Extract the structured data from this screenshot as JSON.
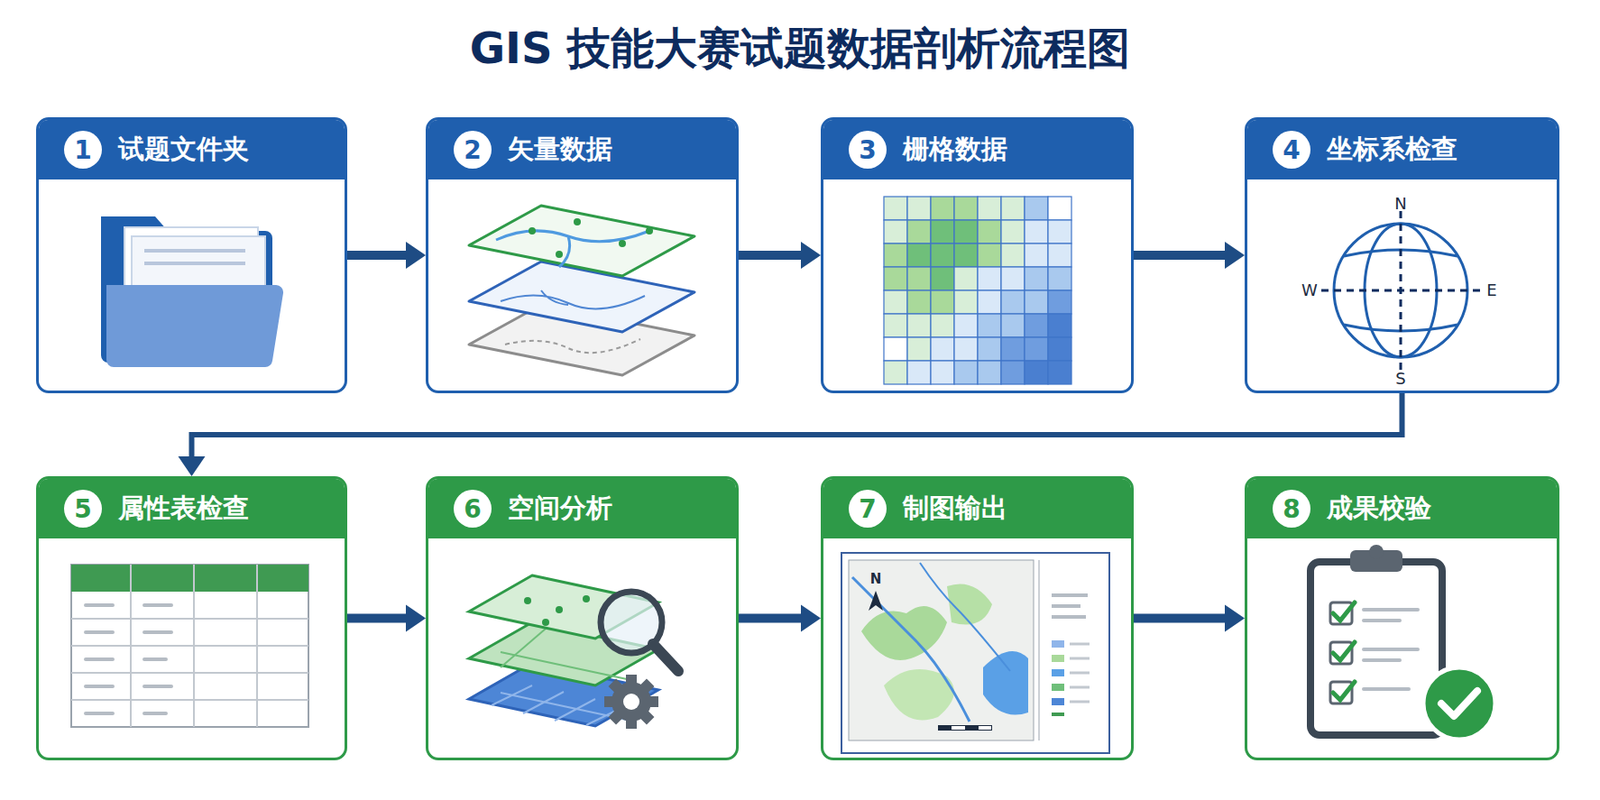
{
  "diagram": {
    "title": "GIS 技能大赛试题数据剖析流程图",
    "nodes": [
      {
        "text": [
          "1",
          "试题文件夹"
        ]
      },
      {
        "text": [
          "2",
          "矢量数据"
        ]
      },
      {
        "text": [
          "3",
          "栅格数据"
        ]
      },
      {
        "text": [
          "4",
          "坐标系检查"
        ]
      },
      {
        "text": [
          "5",
          "属性表检查"
        ]
      },
      {
        "text": [
          "6",
          "空间分析"
        ]
      },
      {
        "text": [
          "7",
          "制图输出"
        ]
      },
      {
        "text": [
          "8",
          "成果校验"
        ]
      }
    ],
    "edges": [
      {
        "from": 0,
        "to": 1,
        "arrow": "to"
      },
      {
        "from": 1,
        "to": 2,
        "arrow": "to"
      },
      {
        "from": 2,
        "to": 3,
        "arrow": "to"
      },
      {
        "from": 3,
        "to": 4,
        "arrow": "to"
      },
      {
        "from": 4,
        "to": 5,
        "arrow": "to"
      },
      {
        "from": 5,
        "to": 6,
        "arrow": "to"
      },
      {
        "from": 6,
        "to": 7,
        "arrow": "to"
      }
    ],
    "labels": [
      "N",
      "W",
      "E",
      "S",
      "N"
    ]
  }
}
